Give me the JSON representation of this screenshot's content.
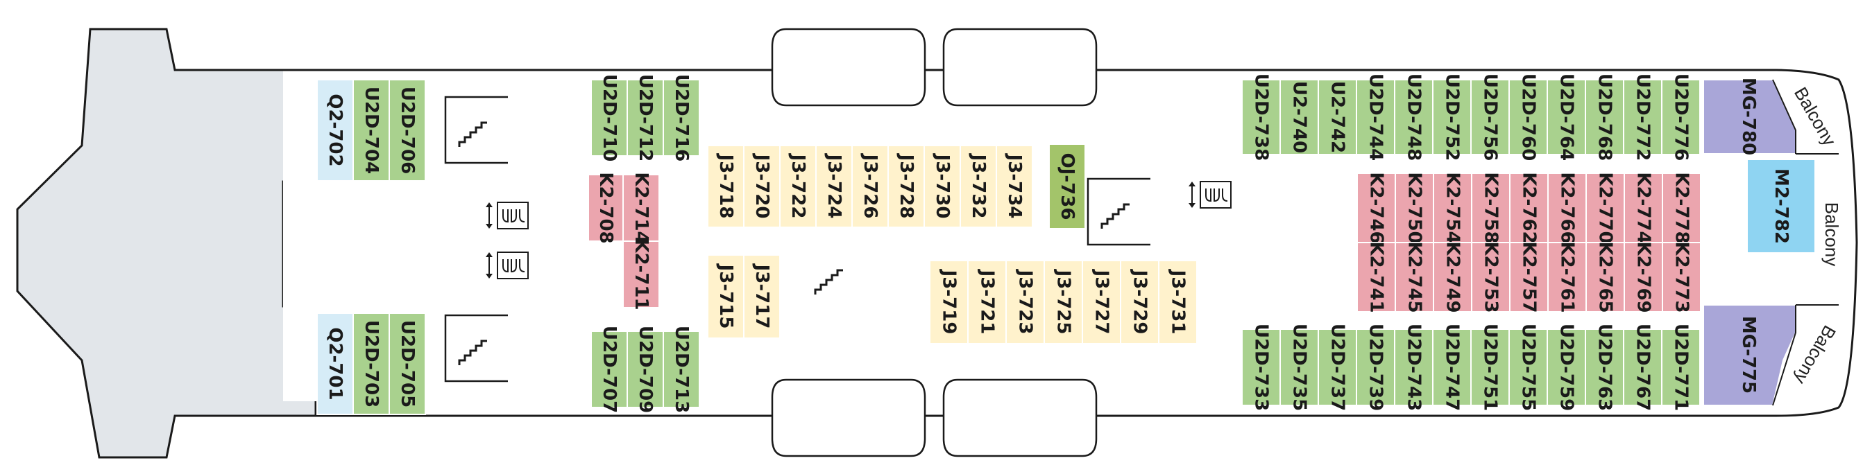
{
  "colors": {
    "U2D": "#a9d18e",
    "J3": "#fff2cc",
    "K2": "#eba5ae",
    "Q2": "#d6ecf7",
    "MG": "#a9a6d8",
    "M2": "#8fd4f2",
    "OJ": "#a3c46a",
    "hull_stroke": "#1a1a1a",
    "bow_fill": "#e2e6ea"
  },
  "icons": {
    "stairs": "stairs-icon",
    "elevator": "elevator-icon"
  },
  "balcony_label": "Balcony",
  "cabins": [
    {
      "id": "Q2-702",
      "cat": "Q2"
    },
    {
      "id": "U2D-704",
      "cat": "U2D"
    },
    {
      "id": "U2D-706",
      "cat": "U2D"
    },
    {
      "id": "Q2-701",
      "cat": "Q2"
    },
    {
      "id": "U2D-703",
      "cat": "U2D"
    },
    {
      "id": "U2D-705",
      "cat": "U2D"
    },
    {
      "id": "U2D-710",
      "cat": "U2D"
    },
    {
      "id": "U2D-712",
      "cat": "U2D"
    },
    {
      "id": "U2D-716",
      "cat": "U2D"
    },
    {
      "id": "K2-708",
      "cat": "K2"
    },
    {
      "id": "K2-714",
      "cat": "K2"
    },
    {
      "id": "K2-711",
      "cat": "K2"
    },
    {
      "id": "U2D-707",
      "cat": "U2D"
    },
    {
      "id": "U2D-709",
      "cat": "U2D"
    },
    {
      "id": "U2D-713",
      "cat": "U2D"
    },
    {
      "id": "J3-718",
      "cat": "J3"
    },
    {
      "id": "J3-720",
      "cat": "J3"
    },
    {
      "id": "J3-722",
      "cat": "J3"
    },
    {
      "id": "J3-724",
      "cat": "J3"
    },
    {
      "id": "J3-726",
      "cat": "J3"
    },
    {
      "id": "J3-728",
      "cat": "J3"
    },
    {
      "id": "J3-730",
      "cat": "J3"
    },
    {
      "id": "J3-732",
      "cat": "J3"
    },
    {
      "id": "J3-734",
      "cat": "J3"
    },
    {
      "id": "OJ-736",
      "cat": "OJ"
    },
    {
      "id": "J3-715",
      "cat": "J3"
    },
    {
      "id": "J3-717",
      "cat": "J3"
    },
    {
      "id": "J3-719",
      "cat": "J3"
    },
    {
      "id": "J3-721",
      "cat": "J3"
    },
    {
      "id": "J3-723",
      "cat": "J3"
    },
    {
      "id": "J3-725",
      "cat": "J3"
    },
    {
      "id": "J3-727",
      "cat": "J3"
    },
    {
      "id": "J3-729",
      "cat": "J3"
    },
    {
      "id": "J3-731",
      "cat": "J3"
    },
    {
      "id": "U2D-738",
      "cat": "U2D"
    },
    {
      "id": "U2-740",
      "cat": "U2D"
    },
    {
      "id": "U2-742",
      "cat": "U2D"
    },
    {
      "id": "U2D-744",
      "cat": "U2D"
    },
    {
      "id": "U2D-748",
      "cat": "U2D"
    },
    {
      "id": "U2D-752",
      "cat": "U2D"
    },
    {
      "id": "U2D-756",
      "cat": "U2D"
    },
    {
      "id": "U2D-760",
      "cat": "U2D"
    },
    {
      "id": "U2D-764",
      "cat": "U2D"
    },
    {
      "id": "U2D-768",
      "cat": "U2D"
    },
    {
      "id": "U2D-772",
      "cat": "U2D"
    },
    {
      "id": "U2D-776",
      "cat": "U2D"
    },
    {
      "id": "MG-780",
      "cat": "MG"
    },
    {
      "id": "K2-746",
      "cat": "K2"
    },
    {
      "id": "K2-750",
      "cat": "K2"
    },
    {
      "id": "K2-754",
      "cat": "K2"
    },
    {
      "id": "K2-758",
      "cat": "K2"
    },
    {
      "id": "K2-762",
      "cat": "K2"
    },
    {
      "id": "K2-766",
      "cat": "K2"
    },
    {
      "id": "K2-770",
      "cat": "K2"
    },
    {
      "id": "K2-774",
      "cat": "K2"
    },
    {
      "id": "K2-778",
      "cat": "K2"
    },
    {
      "id": "K2-741",
      "cat": "K2"
    },
    {
      "id": "K2-745",
      "cat": "K2"
    },
    {
      "id": "K2-749",
      "cat": "K2"
    },
    {
      "id": "K2-753",
      "cat": "K2"
    },
    {
      "id": "K2-757",
      "cat": "K2"
    },
    {
      "id": "K2-761",
      "cat": "K2"
    },
    {
      "id": "K2-765",
      "cat": "K2"
    },
    {
      "id": "K2-769",
      "cat": "K2"
    },
    {
      "id": "K2-773",
      "cat": "K2"
    },
    {
      "id": "M2-782",
      "cat": "M2"
    },
    {
      "id": "U2D-733",
      "cat": "U2D"
    },
    {
      "id": "U2D-735",
      "cat": "U2D"
    },
    {
      "id": "U2D-737",
      "cat": "U2D"
    },
    {
      "id": "U2D-739",
      "cat": "U2D"
    },
    {
      "id": "U2D-743",
      "cat": "U2D"
    },
    {
      "id": "U2D-747",
      "cat": "U2D"
    },
    {
      "id": "U2D-751",
      "cat": "U2D"
    },
    {
      "id": "U2D-755",
      "cat": "U2D"
    },
    {
      "id": "U2D-759",
      "cat": "U2D"
    },
    {
      "id": "U2D-763",
      "cat": "U2D"
    },
    {
      "id": "U2D-767",
      "cat": "U2D"
    },
    {
      "id": "U2D-771",
      "cat": "U2D"
    },
    {
      "id": "MG-775",
      "cat": "MG"
    }
  ]
}
